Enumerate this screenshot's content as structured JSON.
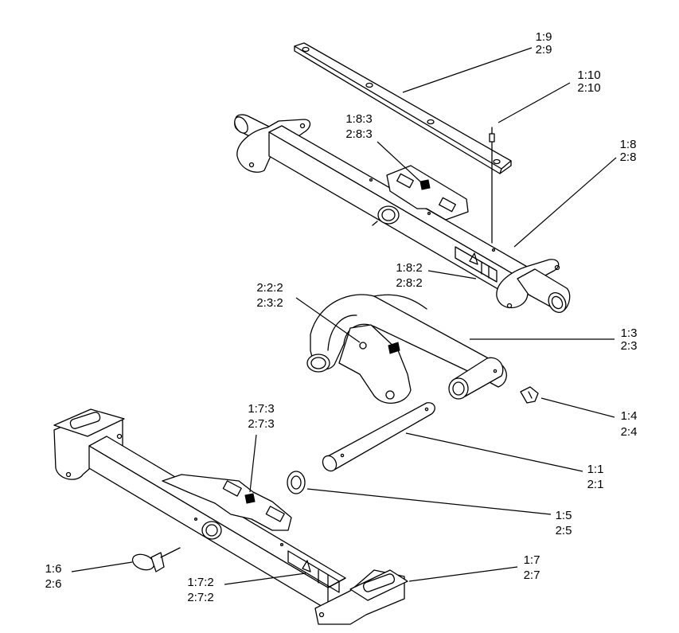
{
  "callouts": [
    {
      "id": "c-1-9",
      "lines": [
        "1:9",
        "2:9"
      ]
    },
    {
      "id": "c-1-10",
      "lines": [
        "1:10",
        "2:10"
      ]
    },
    {
      "id": "c-1-8-3",
      "lines": [
        "1:8:3",
        "2:8:3"
      ]
    },
    {
      "id": "c-1-8",
      "lines": [
        "1:8",
        "2:8"
      ]
    },
    {
      "id": "c-1-8-2",
      "lines": [
        "1:8:2",
        "2:8:2"
      ]
    },
    {
      "id": "c-2-2-2",
      "lines": [
        "2:2:2",
        "2:3:2"
      ]
    },
    {
      "id": "c-1-3",
      "lines": [
        "1:3",
        "2:3"
      ]
    },
    {
      "id": "c-1-4",
      "lines": [
        "1:4",
        "2:4"
      ]
    },
    {
      "id": "c-1-7-3",
      "lines": [
        "1:7:3",
        "2:7:3"
      ]
    },
    {
      "id": "c-1-1",
      "lines": [
        "1:1",
        "2:1"
      ]
    },
    {
      "id": "c-1-5",
      "lines": [
        "1:5",
        "2:5"
      ]
    },
    {
      "id": "c-1-6",
      "lines": [
        "1:6",
        "2:6"
      ]
    },
    {
      "id": "c-1-7-2",
      "lines": [
        "1:7:2",
        "2:7:2"
      ]
    },
    {
      "id": "c-1-7",
      "lines": [
        "1:7",
        "2:7"
      ]
    }
  ]
}
